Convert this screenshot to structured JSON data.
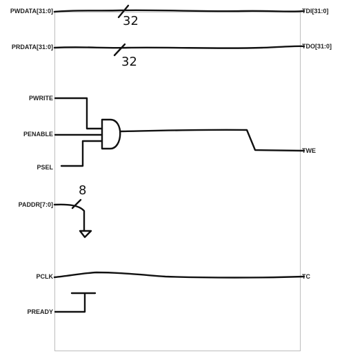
{
  "inputs": {
    "pwdata": "PWDATA[31:0]",
    "prdata": "PRDATA[31:0]",
    "pwrite": "PWRITE",
    "penable": "PENABLE",
    "psel": "PSEL",
    "paddr": "PADDR[7:0]",
    "pclk": "PCLK",
    "pready": "PREADY"
  },
  "outputs": {
    "tdi": "TDI[31:0]",
    "tdo": "TDO[31:0]",
    "twe": "TWE",
    "tc": "TC"
  },
  "bus_widths": {
    "pwdata": "32",
    "prdata": "32",
    "paddr": "8"
  }
}
